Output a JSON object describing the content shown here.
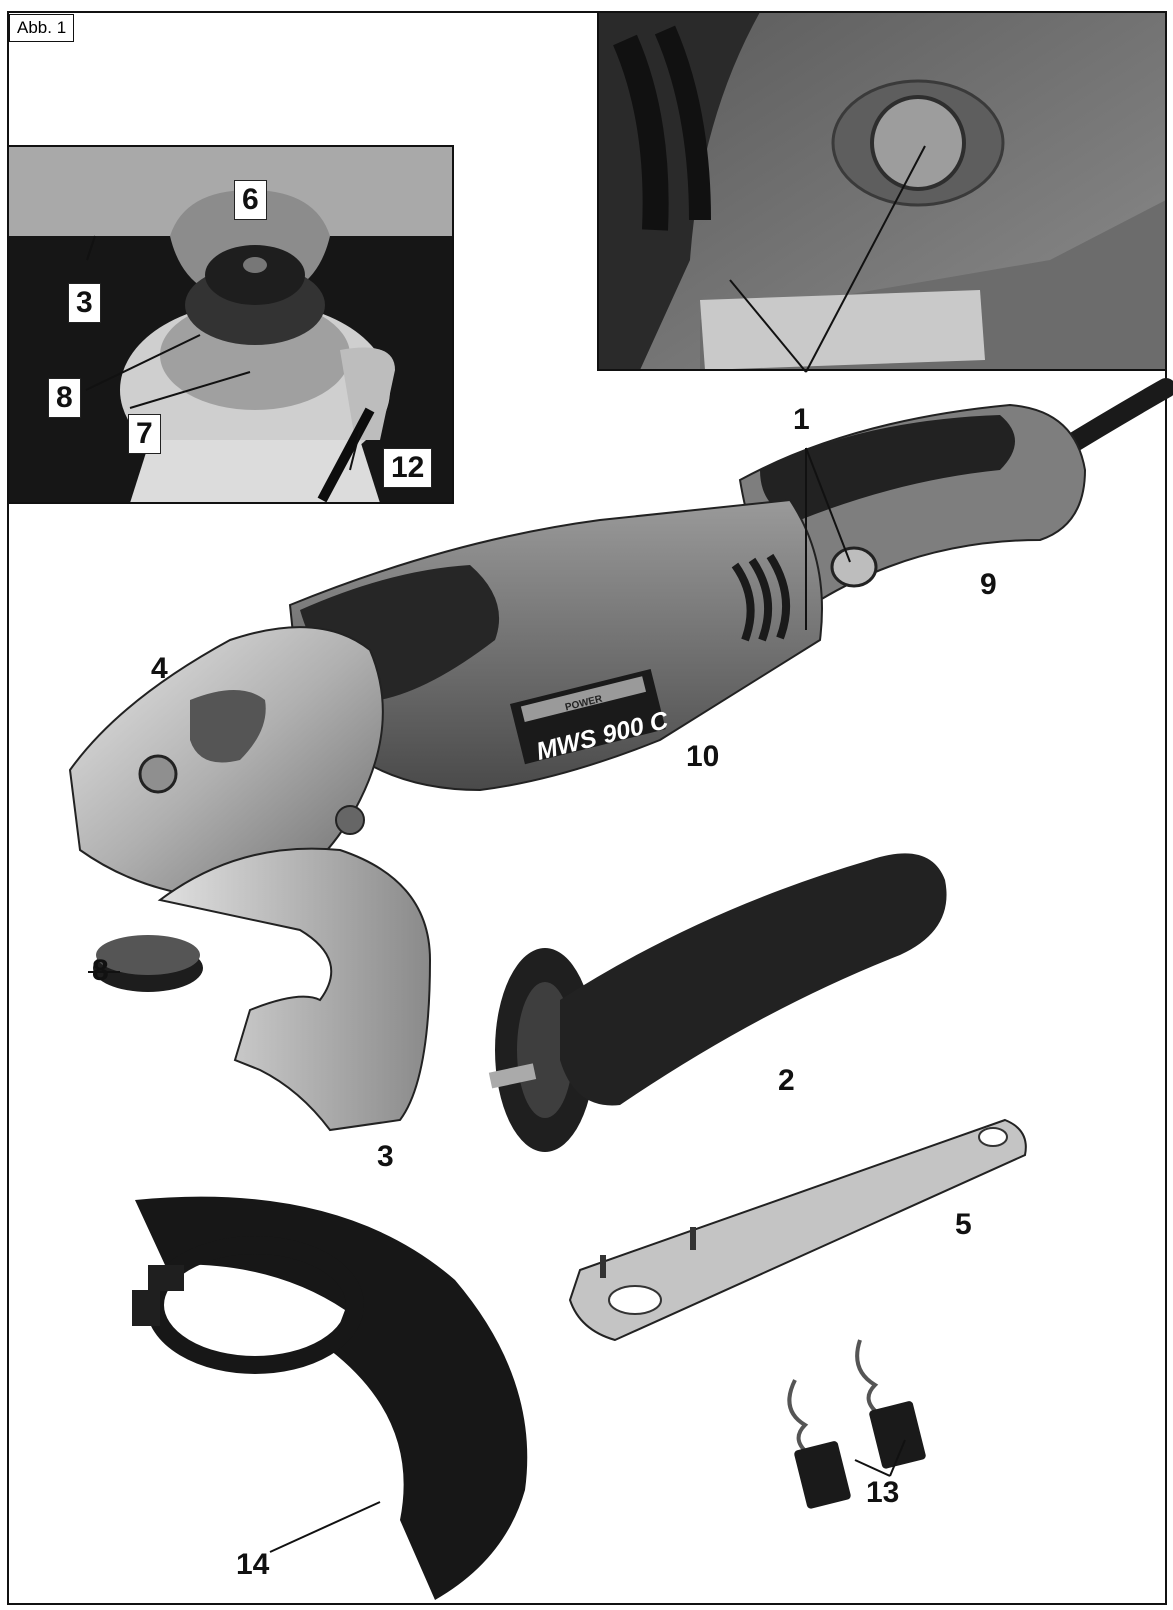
{
  "figure_tag": "Abb. 1",
  "callouts": {
    "n1": "1",
    "n2": "2",
    "n3_inset": "3",
    "n3": "3",
    "n4": "4",
    "n5": "5",
    "n6": "6",
    "n7": "7",
    "n8_inset": "8",
    "n8": "8",
    "n9": "9",
    "n10": "10",
    "n12": "12",
    "n13": "13",
    "n14": "14"
  },
  "product": {
    "brand_plate": "POWER",
    "model_label": "MWS 900 C"
  },
  "colors": {
    "outline": "#111111",
    "dark_rubber": "#2a2a2a",
    "grey_body": "#7a7a7a",
    "light_grey": "#cfcfcf",
    "metal": "#b8b8b8"
  }
}
